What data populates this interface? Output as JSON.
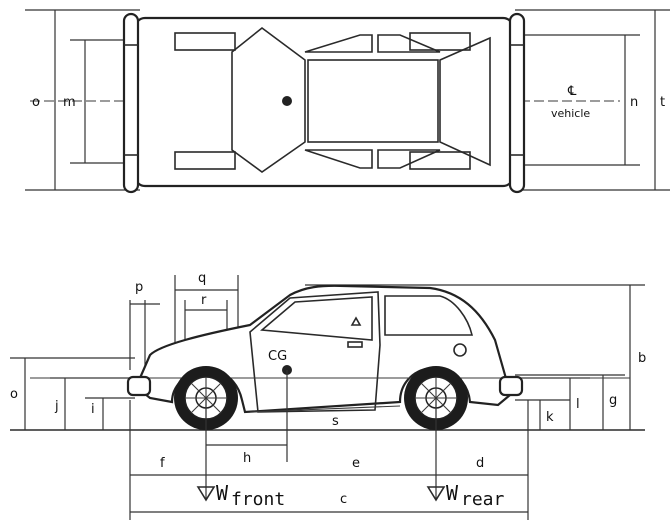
{
  "top_view": {
    "dim_o": "o",
    "dim_m": "m",
    "dim_n": "n",
    "dim_t": "t",
    "centerline_symbol": "℄",
    "centerline_label": "vehicle"
  },
  "side_view": {
    "dim_p": "p",
    "dim_q": "q",
    "dim_r": "r",
    "dim_b": "b",
    "dim_o": "o",
    "dim_j": "j",
    "dim_i": "i",
    "dim_s": "s",
    "dim_k": "k",
    "dim_l": "l",
    "dim_g": "g",
    "dim_f": "f",
    "dim_h": "h",
    "dim_e": "e",
    "dim_d": "d",
    "dim_c": "c",
    "cg_label": "CG",
    "w_front_main": "W",
    "w_front_sub": "front",
    "w_rear_main": "W",
    "w_rear_sub": "rear"
  }
}
